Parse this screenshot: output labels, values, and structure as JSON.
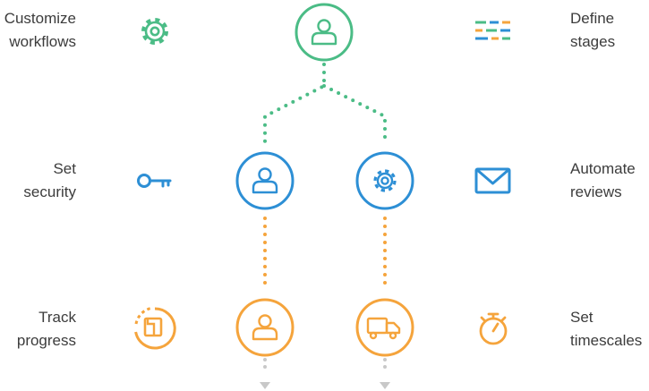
{
  "labels": {
    "customize": [
      "Customize",
      "workflows"
    ],
    "define": [
      "Define",
      "stages"
    ],
    "security": [
      "Set",
      "security"
    ],
    "automate": [
      "Automate",
      "reviews"
    ],
    "track": [
      "Track",
      "progress"
    ],
    "timescales": [
      "Set",
      "timescales"
    ]
  },
  "colors": {
    "green": "#4bbc86",
    "blue": "#2d8fd5",
    "orange": "#f5a43c",
    "gray": "#c8c8c8",
    "text": "#3c3c3c"
  },
  "icons": {
    "customize": "gear-icon",
    "define": "stages-icon",
    "security": "key-icon",
    "automate": "envelope-icon",
    "track": "package-icon",
    "timescales": "stopwatch-icon",
    "top_node": "user-icon",
    "mid_left_node": "user-icon",
    "mid_right_node": "gear-icon",
    "bottom_left_node": "user-icon",
    "bottom_right_node": "truck-icon"
  }
}
